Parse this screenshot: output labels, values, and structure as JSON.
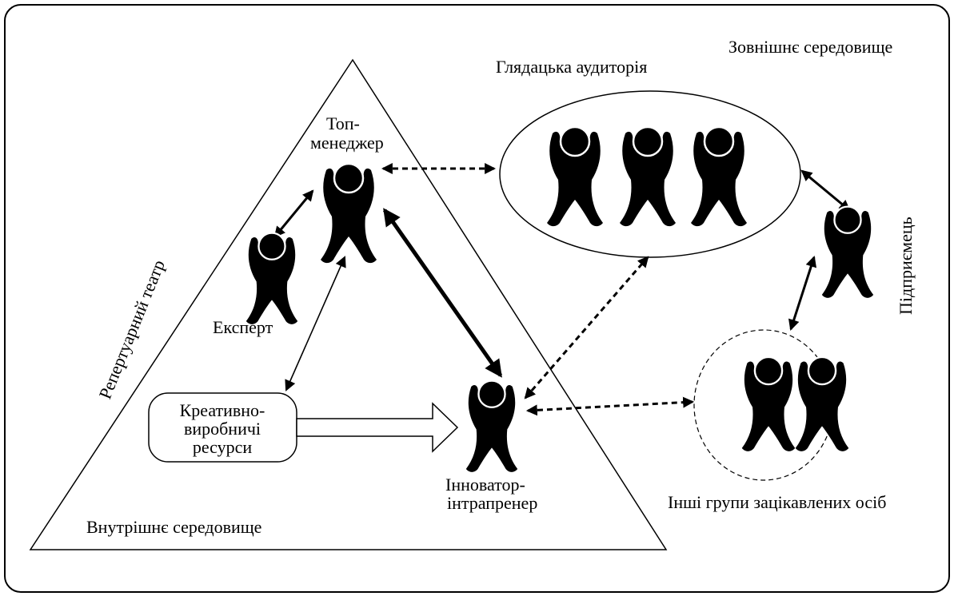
{
  "labels": {
    "external_environment": "Зовнішнє середовище",
    "audience": "Глядацька аудиторія",
    "top_manager_line1": "Топ-",
    "top_manager_line2": "менеджер",
    "expert": "Експерт",
    "repertory_theatre": "Репертуарний театр",
    "entrepreneur": "Підприємець",
    "resources_line1": "Креативно-",
    "resources_line2": "виробничі",
    "resources_line3": "ресурси",
    "innovator_line1": "Інноватор-",
    "innovator_line2": "інтрапренер",
    "other_groups": "Інші групи зацікавлених осіб",
    "internal_environment": "Внутрішнє середовище"
  },
  "icons": {
    "person": "person-icon"
  },
  "colors": {
    "stroke": "#000000",
    "figure": "#000000",
    "background": "#ffffff"
  }
}
